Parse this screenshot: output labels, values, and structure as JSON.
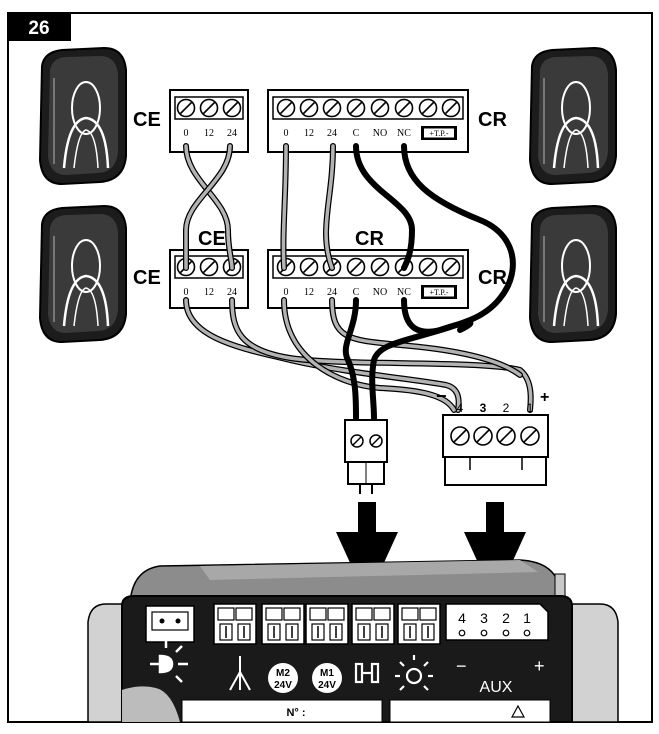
{
  "figure": {
    "number": "26"
  },
  "labels": {
    "ce": "CE",
    "cr": "CR"
  },
  "terminals": {
    "ce": [
      "0",
      "12",
      "24"
    ],
    "cr": [
      "0",
      "12",
      "24",
      "C",
      "NO",
      "NC",
      "+T.P.-"
    ]
  },
  "aux_block": {
    "numbers": [
      "4",
      "3",
      "2",
      "1"
    ],
    "minus": "−",
    "plus": "+"
  },
  "board": {
    "motor2": [
      "M2",
      "24V"
    ],
    "motor1": [
      "M1",
      "24V"
    ],
    "aux_numbers": [
      "4",
      "3",
      "2",
      "1"
    ],
    "aux_minus": "−",
    "aux_plus": "+",
    "aux_label": "AUX",
    "serial_label": "N° :"
  },
  "colors": {
    "ink": "#000000",
    "board_face": "#1a1a1a",
    "board_top": "#8c8c8c",
    "board_side": "#d2d2d2",
    "wire_grey": "#b3b3b3"
  }
}
